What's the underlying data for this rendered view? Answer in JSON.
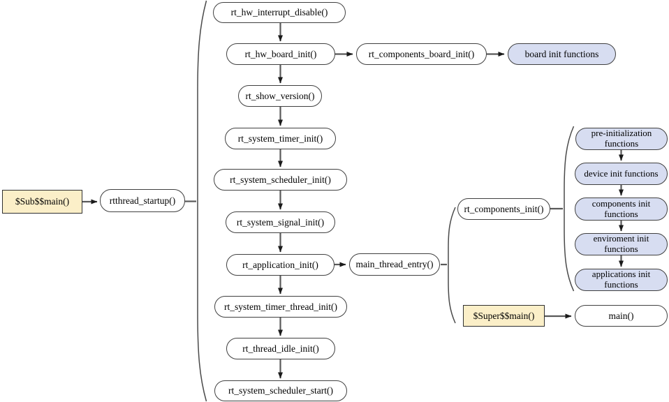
{
  "diagram": {
    "nodes": {
      "sub_main": {
        "label": "$Sub$$main()"
      },
      "rtthread_startup": {
        "label": "rtthread_startup()"
      },
      "rt_hw_interrupt_disable": {
        "label": "rt_hw_interrupt_disable()"
      },
      "rt_hw_board_init": {
        "label": "rt_hw_board_init()"
      },
      "rt_components_board_init": {
        "label": "rt_components_board_init()"
      },
      "board_init_functions": {
        "label": "board init functions"
      },
      "rt_show_version": {
        "label": "rt_show_version()"
      },
      "rt_system_timer_init": {
        "label": "rt_system_timer_init()"
      },
      "rt_system_scheduler_init": {
        "label": "rt_system_scheduler_init()"
      },
      "rt_system_signal_init": {
        "label": "rt_system_signal_init()"
      },
      "rt_application_init": {
        "label": "rt_application_init()"
      },
      "main_thread_entry": {
        "label": "main_thread_entry()"
      },
      "rt_system_timer_thread_init": {
        "label": "rt_system_timer_thread_init()"
      },
      "rt_thread_idle_init": {
        "label": "rt_thread_idle_init()"
      },
      "rt_system_scheduler_start": {
        "label": "rt_system_scheduler_start()"
      },
      "rt_components_init": {
        "label": "rt_components_init()"
      },
      "pre_initialization_functions": {
        "label": "pre-initialization functions"
      },
      "device_init_functions": {
        "label": "device init functions"
      },
      "components_init_functions": {
        "label": "components init functions"
      },
      "enviroment_init_functions": {
        "label": "enviroment init functions"
      },
      "applications_init_functions": {
        "label": "applications init functions"
      },
      "super_main": {
        "label": "$Super$$main()"
      },
      "main": {
        "label": "main()"
      }
    },
    "colors": {
      "entry_fill": "#fbefc8",
      "group_fill": "#d7ddf1",
      "node_fill": "#ffffff",
      "border": "#404040",
      "connector": "#595959"
    }
  }
}
